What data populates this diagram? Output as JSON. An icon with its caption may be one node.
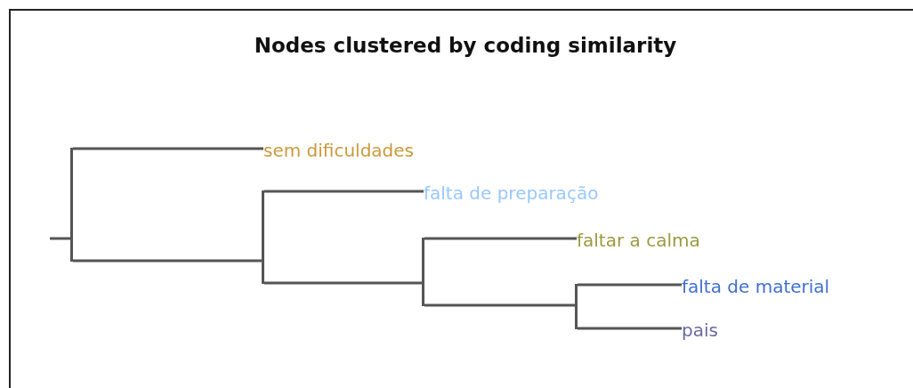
{
  "diagram": {
    "title": "Nodes clustered by coding similarity",
    "nodes": [
      {
        "text": [],
        "shape": "bar"
      },
      {
        "text": [
          "sem dificuldades"
        ]
      },
      {
        "text": [],
        "shape": "bar"
      },
      {
        "text": [
          "falta de preparação"
        ]
      },
      {
        "text": [],
        "shape": "bar"
      },
      {
        "text": [
          "faltar a calma"
        ]
      },
      {
        "text": [],
        "shape": "bar"
      },
      {
        "text": [
          "falta de material"
        ]
      },
      {
        "text": [
          "pais"
        ]
      }
    ],
    "edges": [
      {
        "from": null,
        "to": 0,
        "arrow": "none"
      },
      {
        "from": 0,
        "to": 1,
        "arrow": "none"
      },
      {
        "from": 0,
        "to": 2,
        "arrow": "none"
      },
      {
        "from": 2,
        "to": 3,
        "arrow": "none"
      },
      {
        "from": 2,
        "to": 4,
        "arrow": "none"
      },
      {
        "from": 4,
        "to": 5,
        "arrow": "none"
      },
      {
        "from": 4,
        "to": 6,
        "arrow": "none"
      },
      {
        "from": 6,
        "to": 7,
        "arrow": "none"
      },
      {
        "from": 6,
        "to": 8,
        "arrow": "none"
      }
    ]
  }
}
